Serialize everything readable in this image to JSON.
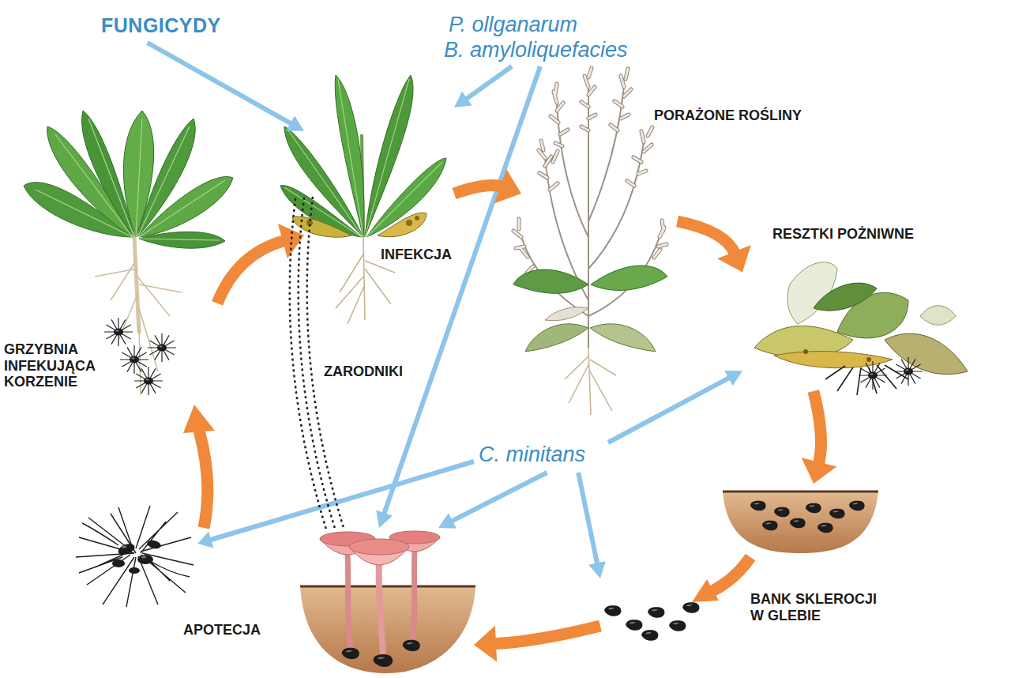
{
  "diagram": {
    "nodes": [
      {
        "text": [
          "FUNGICYDY"
        ]
      },
      {
        "text": [
          "P. ollganarum",
          "B. amyloliquefacies"
        ]
      },
      {
        "text": [
          "PORAŻONE ROŚLINY"
        ]
      },
      {
        "text": [
          "RESZTKI POŻNIWNE"
        ]
      },
      {
        "text": [
          "INFEKCJA"
        ]
      },
      {
        "text": [
          "GRZYBNIA INFEKUJĄCA KORZENIE"
        ]
      },
      {
        "text": [
          "C. minitans"
        ]
      },
      {
        "text": [
          "BANK SKLEROCJI W GLEBIE"
        ]
      },
      {
        "text": [
          "APOTECJA"
        ]
      }
    ],
    "edges": [
      {
        "from": 0,
        "to": 4,
        "arrow": "to"
      },
      {
        "from": 1,
        "to": 4,
        "arrow": "to"
      },
      {
        "from": 1,
        "to": 8,
        "arrow": "to"
      },
      {
        "from": 5,
        "to": 4,
        "arrow": "to"
      },
      {
        "from": 4,
        "to": 2,
        "arrow": "to"
      },
      {
        "from": 2,
        "to": 3,
        "arrow": "to"
      },
      {
        "from": 3,
        "to": 7,
        "arrow": "to"
      },
      {
        "from": 7,
        "to": 8,
        "arrow": "to"
      },
      {
        "from": 8,
        "to": 4,
        "label": "ZARODNIKI",
        "arrow": "none"
      },
      {
        "from": 6,
        "to": 3,
        "arrow": "to"
      },
      {
        "from": 6,
        "to": 8,
        "arrow": "to"
      },
      {
        "from": 6,
        "to": 7,
        "arrow": "to"
      }
    ]
  }
}
